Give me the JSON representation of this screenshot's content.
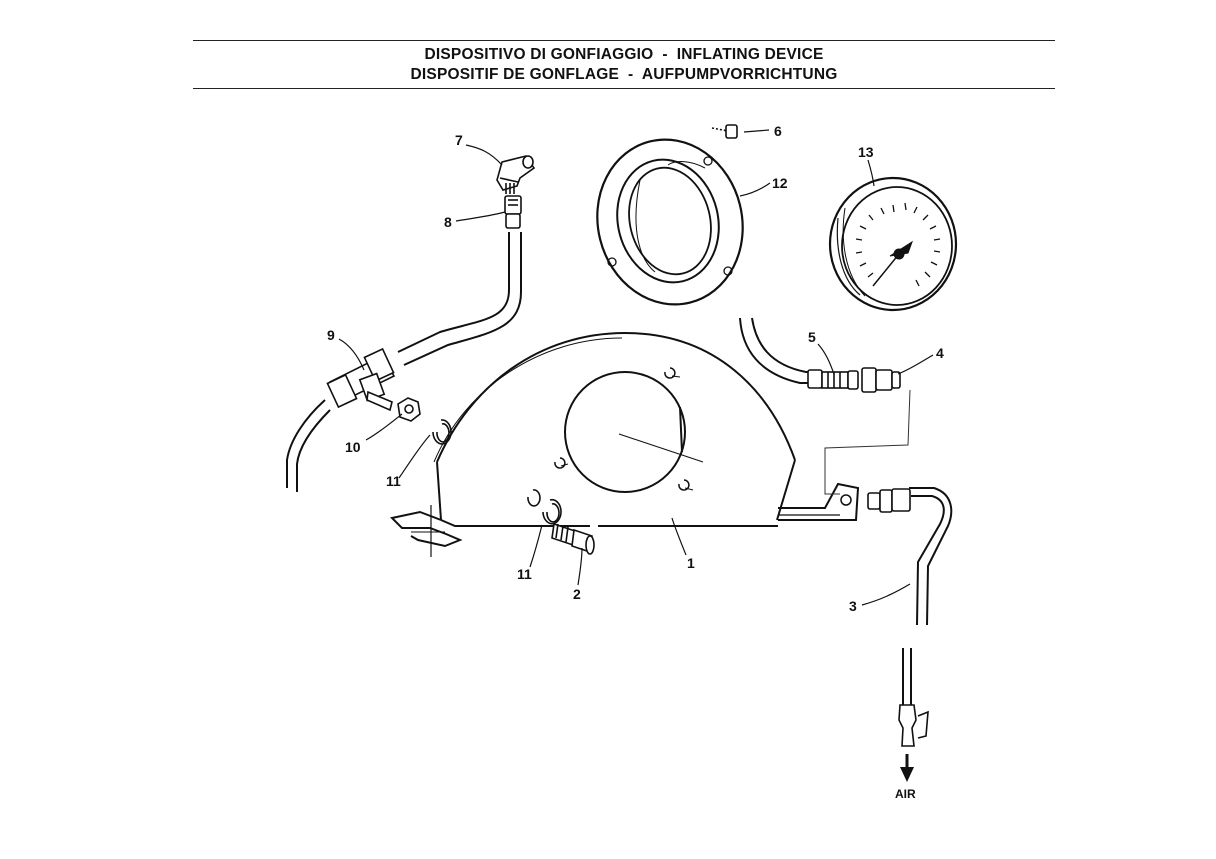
{
  "header": {
    "title_line1": "DISPOSITIVO DI GONFIAGGIO  -  INFLATING DEVICE",
    "title_line2": "DISPOSITIF DE GONFLAGE  -  AUFPUMPVORRICHTUNG"
  },
  "callouts": {
    "c1": "1",
    "c2": "2",
    "c3": "3",
    "c4": "4",
    "c5": "5",
    "c6": "6",
    "c7": "7",
    "c8": "8",
    "c9": "9",
    "c10": "10",
    "c11a": "11",
    "c11b": "11",
    "c12": "12",
    "c13": "13"
  },
  "air_label": "AIR"
}
